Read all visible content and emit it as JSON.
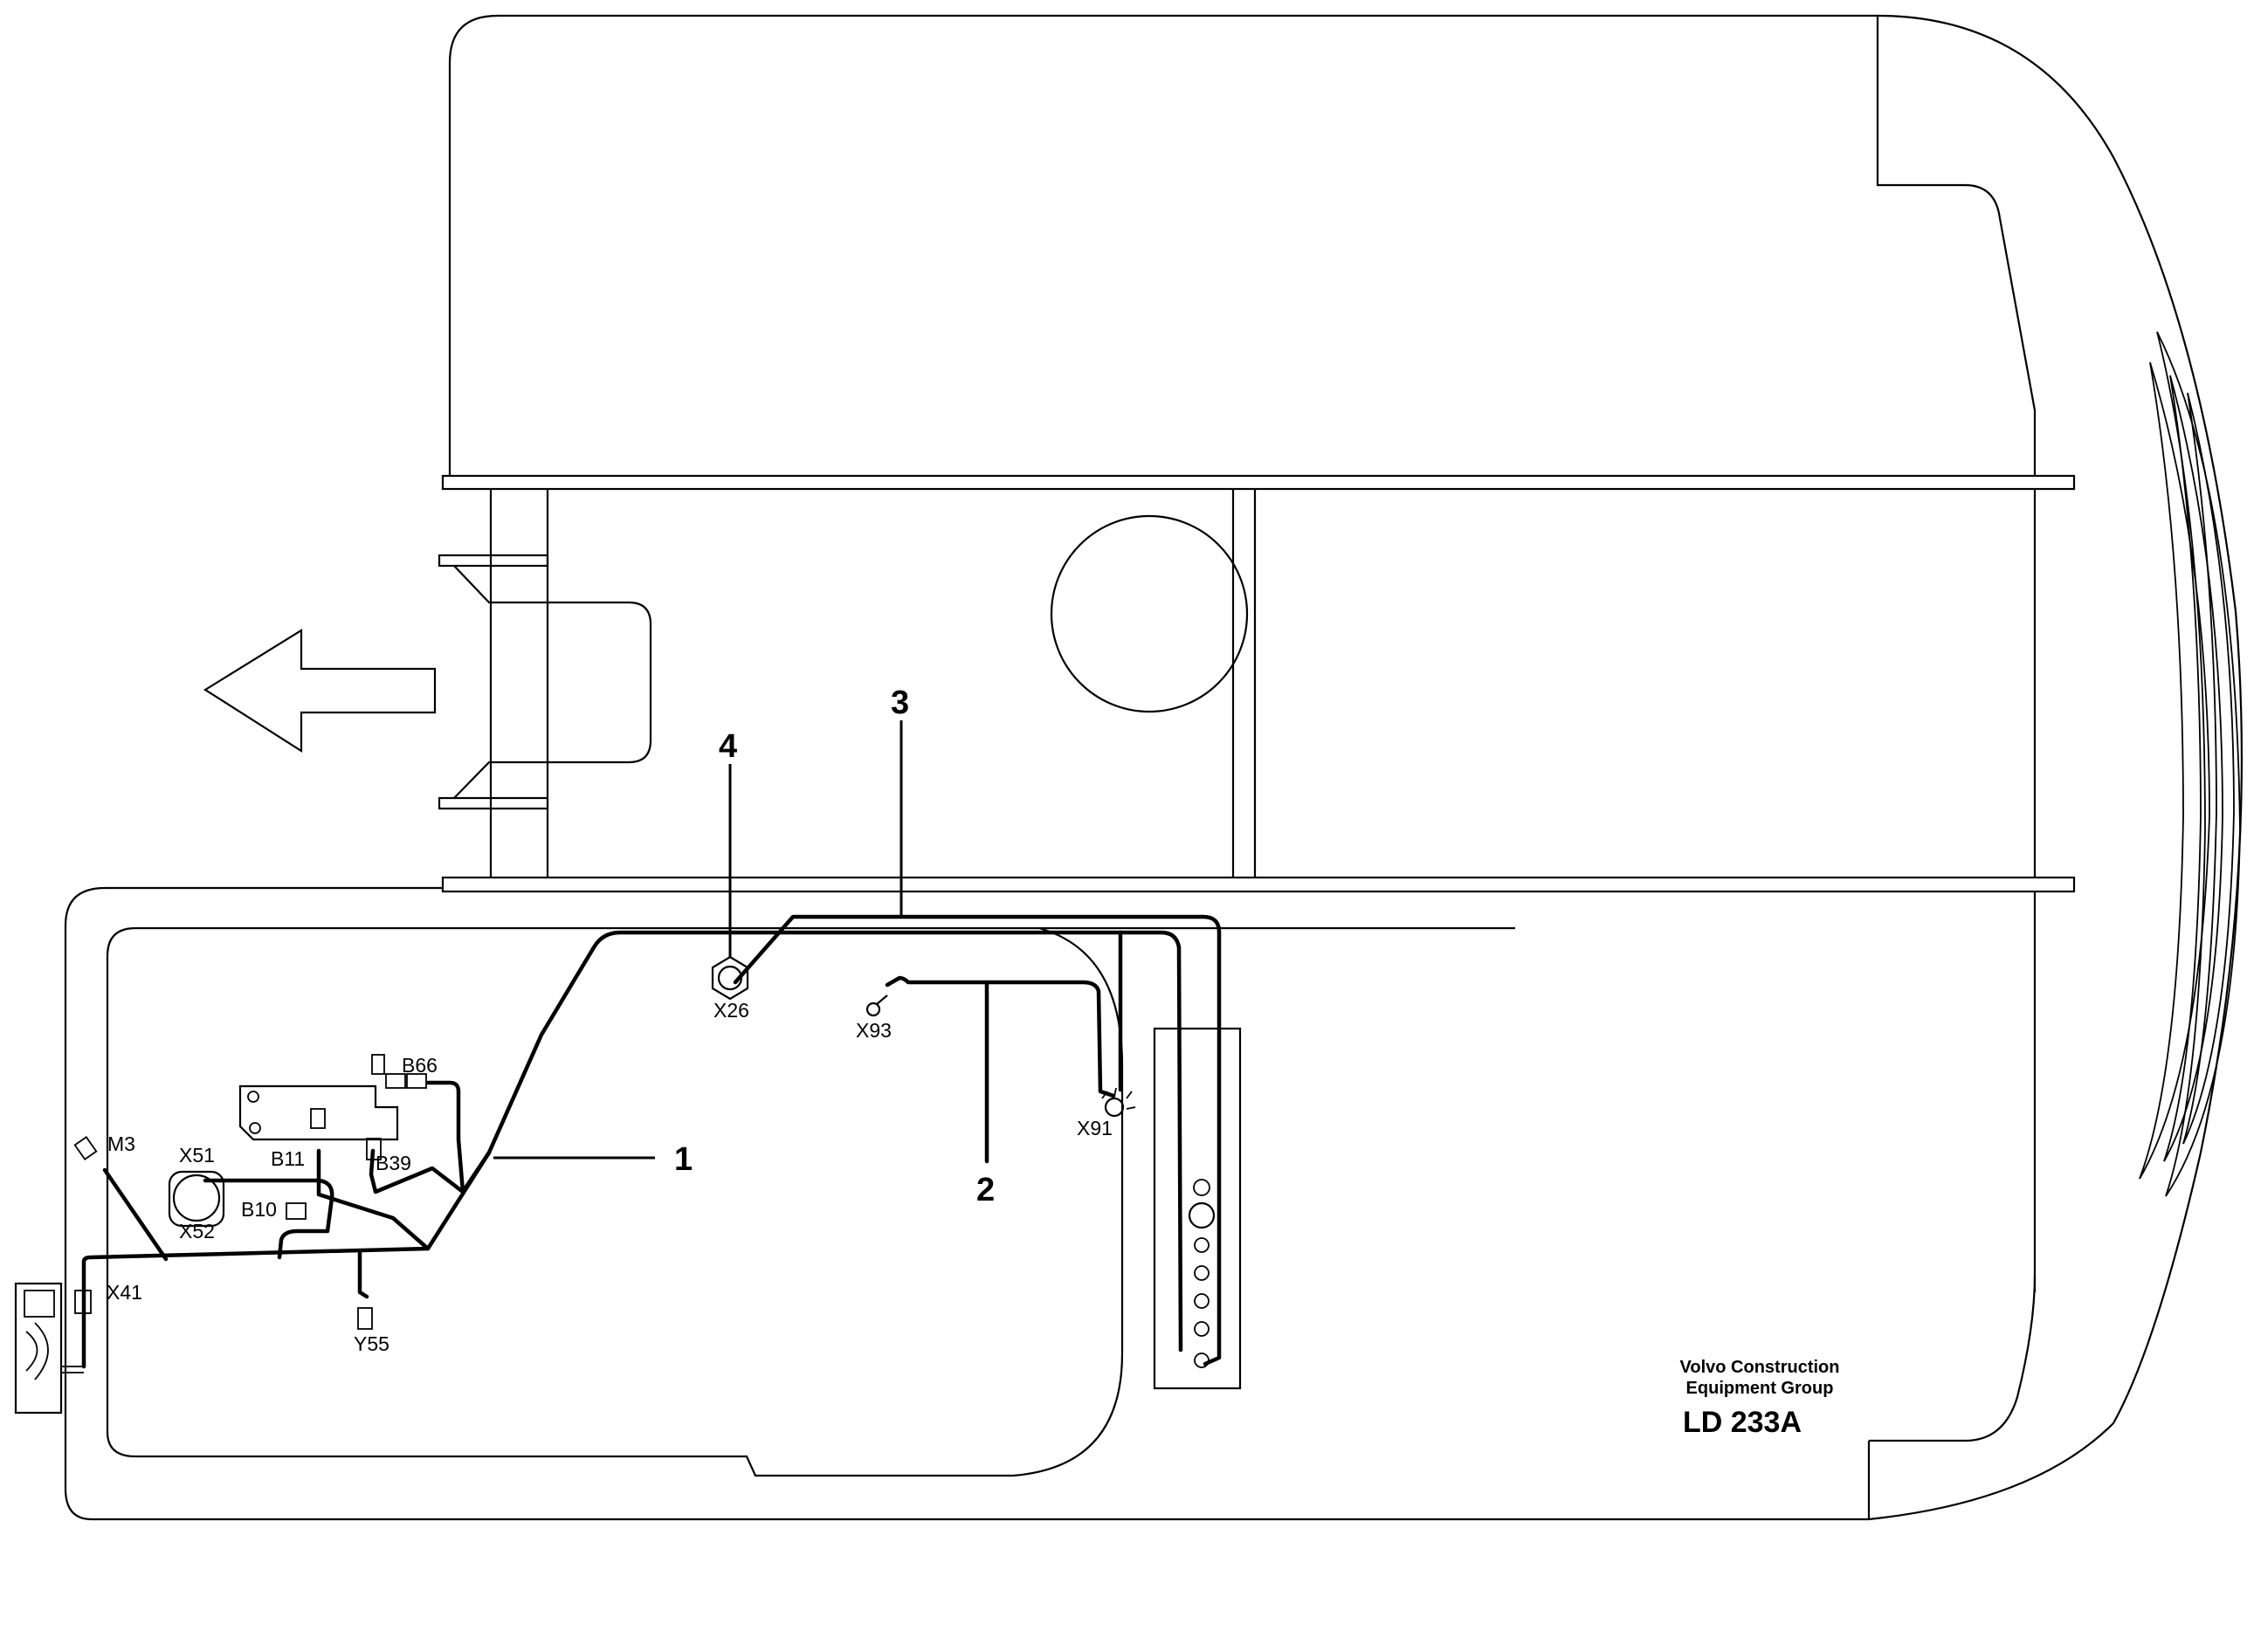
{
  "callouts": [
    "1",
    "2",
    "3",
    "4"
  ],
  "components": {
    "m3": "M3",
    "x51": "X51",
    "x52": "X52",
    "b10": "B10",
    "b11": "B11",
    "b39": "B39",
    "b66": "B66",
    "x41": "X41",
    "y55": "Y55",
    "x26": "X26",
    "x93": "X93",
    "x91": "X91"
  },
  "company": {
    "line1": "Volvo Construction",
    "line2": "Equipment Group"
  },
  "drawing_code": "LD 233A",
  "icons": [
    "direction-arrow-icon"
  ]
}
